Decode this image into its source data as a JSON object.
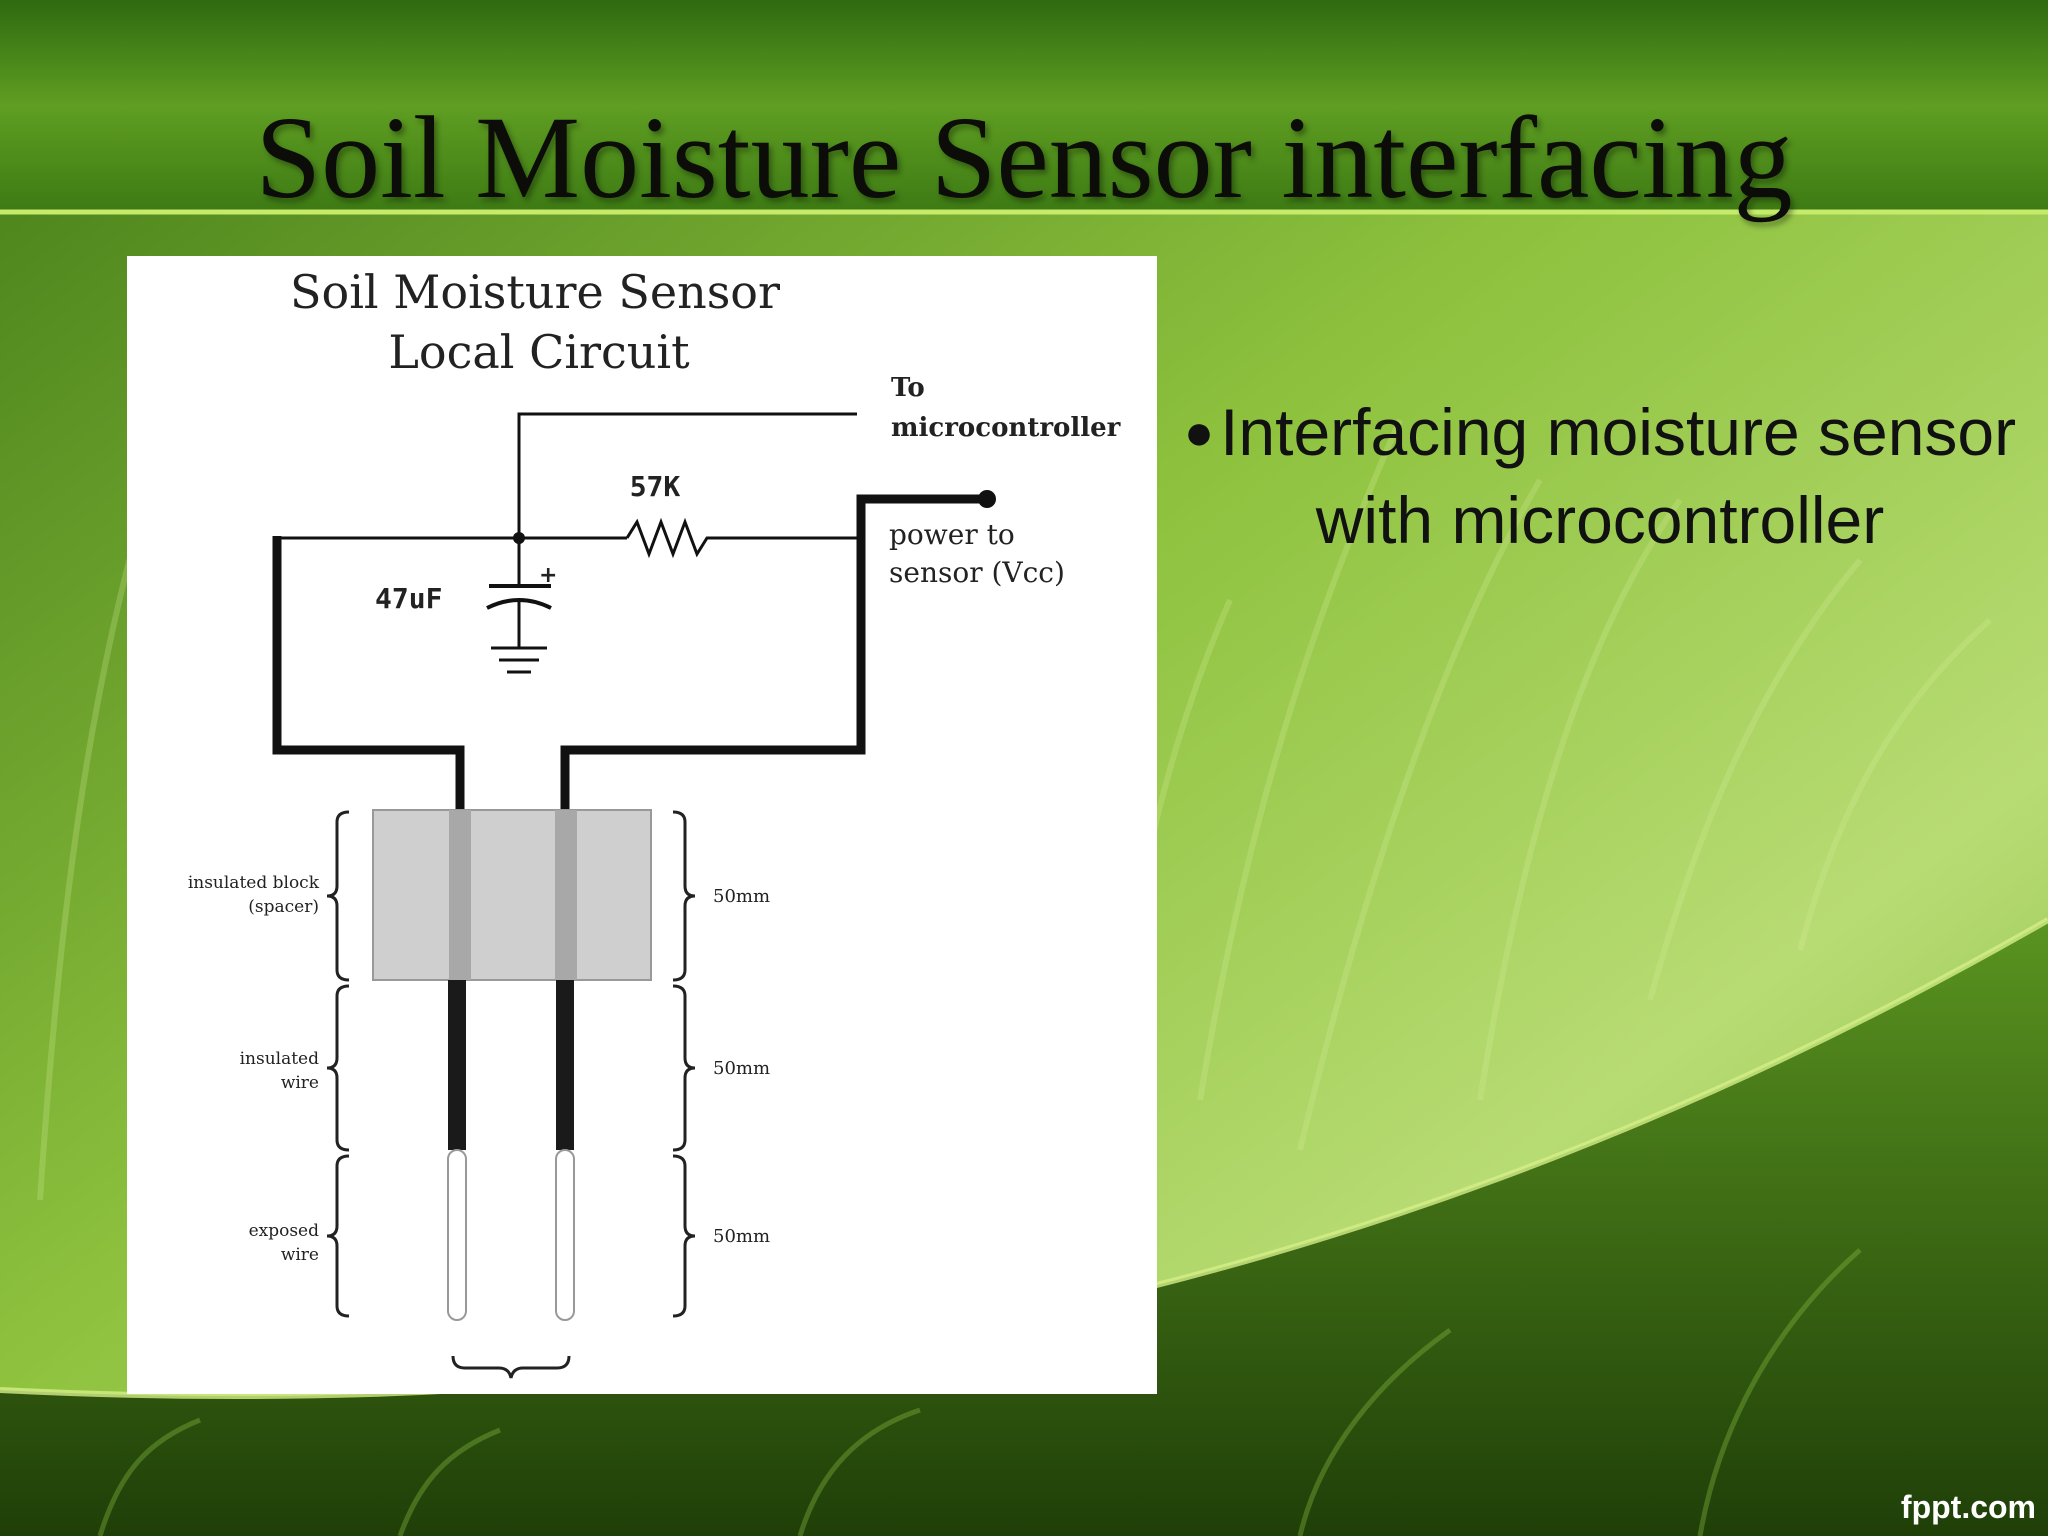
{
  "slide": {
    "title": "Soil Moisture Sensor interfacing",
    "bullet": "Interfacing moisture sensor with microcontroller",
    "footer": "fppt.com"
  },
  "diagram": {
    "title_line1": "Soil Moisture Sensor",
    "title_line2": "Local Circuit",
    "to_mcu_line1": "To",
    "to_mcu_line2": "microcontroller",
    "resistor_label": "57K",
    "capacitor_label": "47uF",
    "capacitor_polarity": "+",
    "power_line1": "power to",
    "power_line2": "sensor (Vcc)",
    "insulated_block_line1": "insulated block",
    "insulated_block_line2": "(spacer)",
    "insulated_wire_line1": "insulated",
    "insulated_wire_line2": "wire",
    "exposed_wire_line1": "exposed",
    "exposed_wire_line2": "wire",
    "dim_1": "50mm",
    "dim_2": "50mm",
    "dim_3": "50mm"
  },
  "colors": {
    "bg_top": "#4f8a1c",
    "bg_mid": "#9ccc4a",
    "bg_bottom": "#2e5a10",
    "accent_line": "#c6ea6a"
  }
}
